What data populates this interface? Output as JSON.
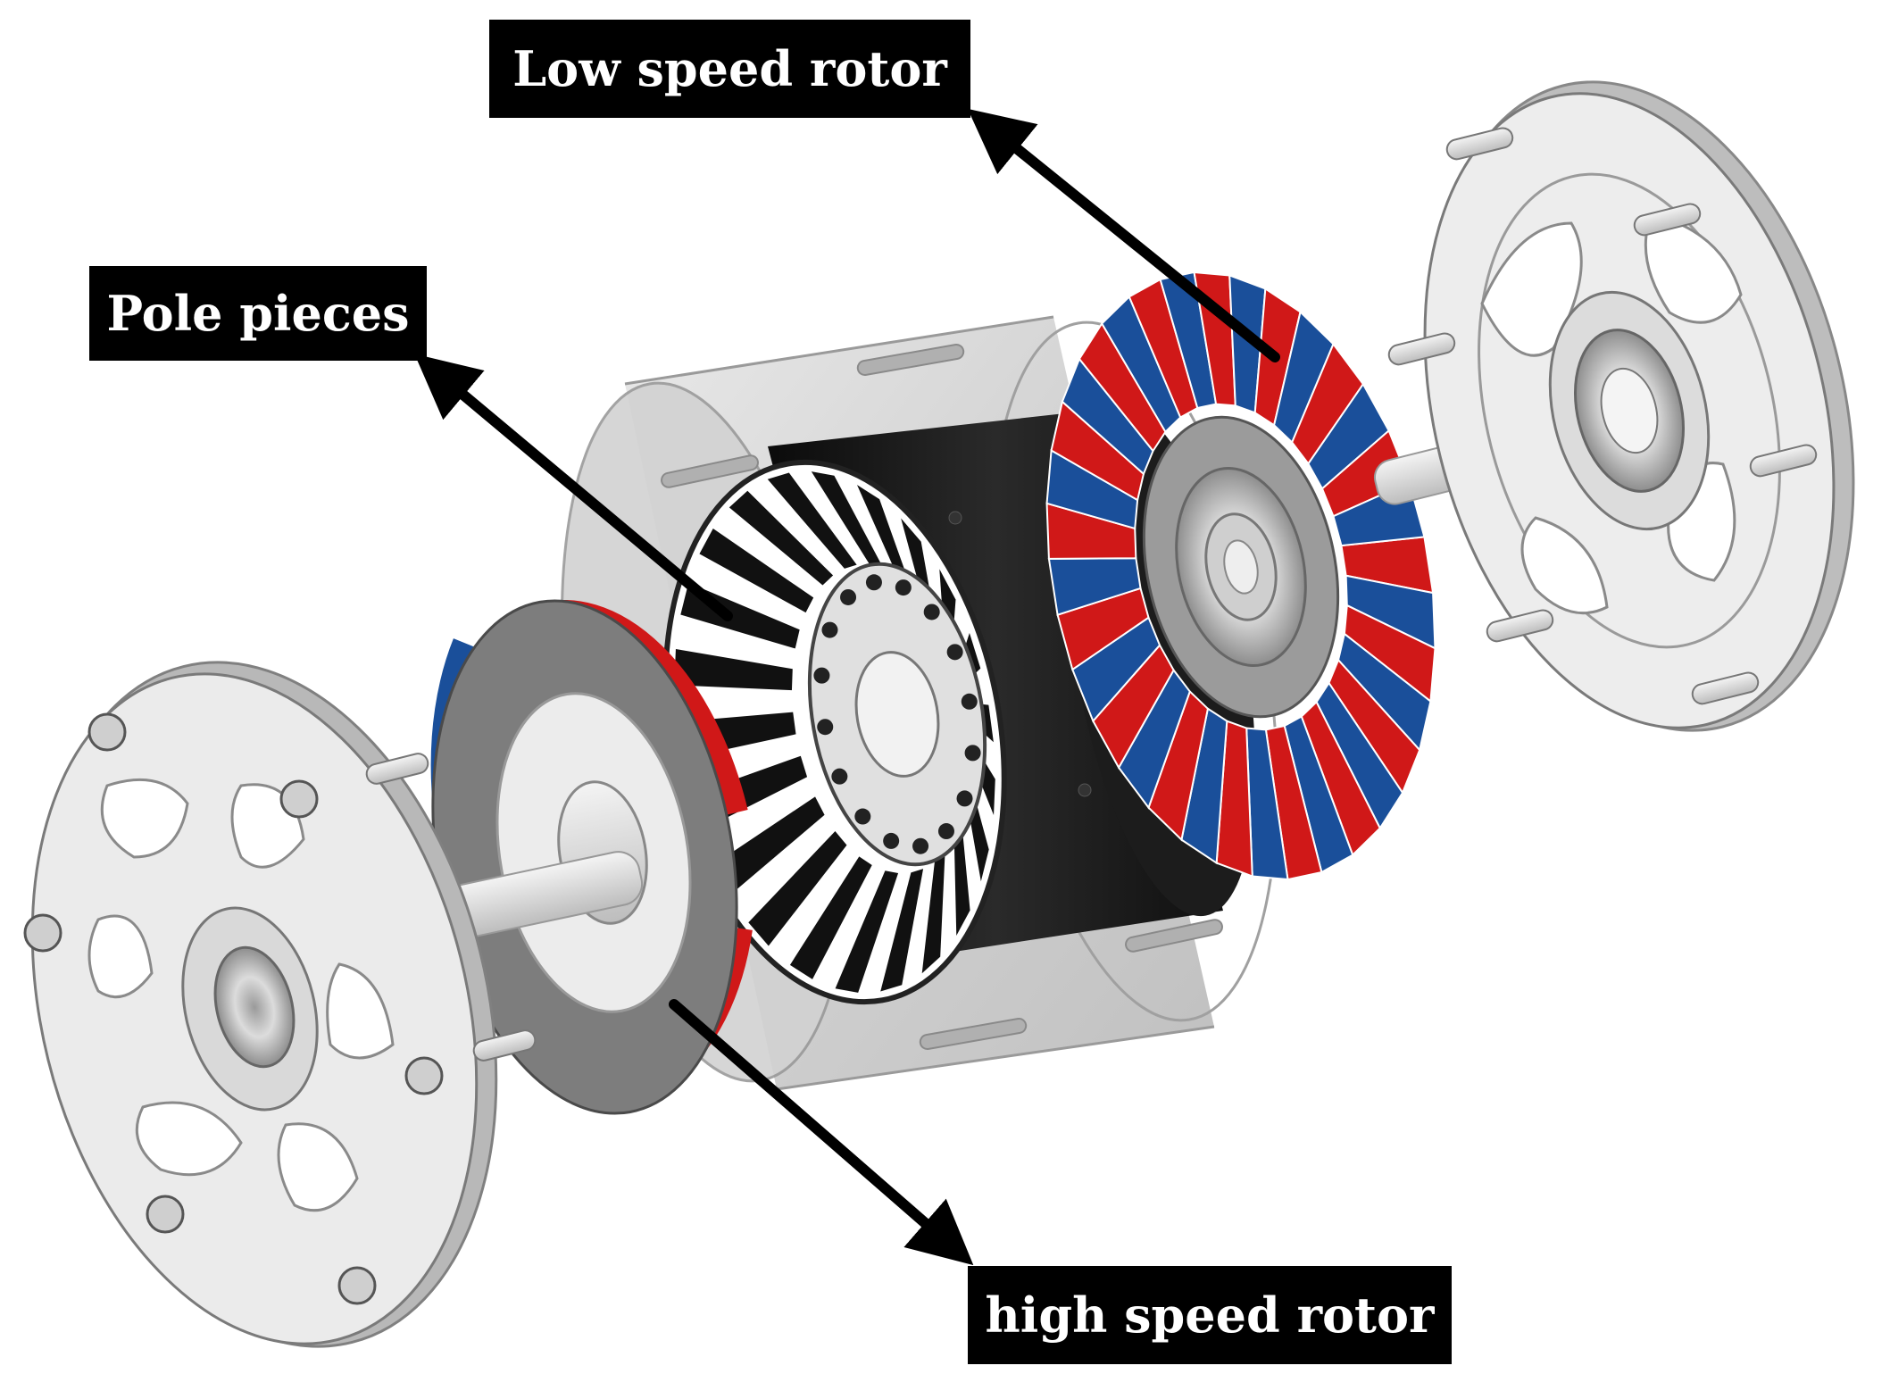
{
  "labels": {
    "low_speed_rotor": "Low speed rotor",
    "pole_pieces": "Pole pieces",
    "high_speed_rotor": "high speed rotor"
  },
  "colors": {
    "label_background": "#000000",
    "label_text": "#ffffff",
    "magnet_red": "#d01818",
    "magnet_blue": "#1a4f9a",
    "housing_gray": "#d9d9d9",
    "stator_black": "#161616",
    "end_plate": "#ececec"
  }
}
